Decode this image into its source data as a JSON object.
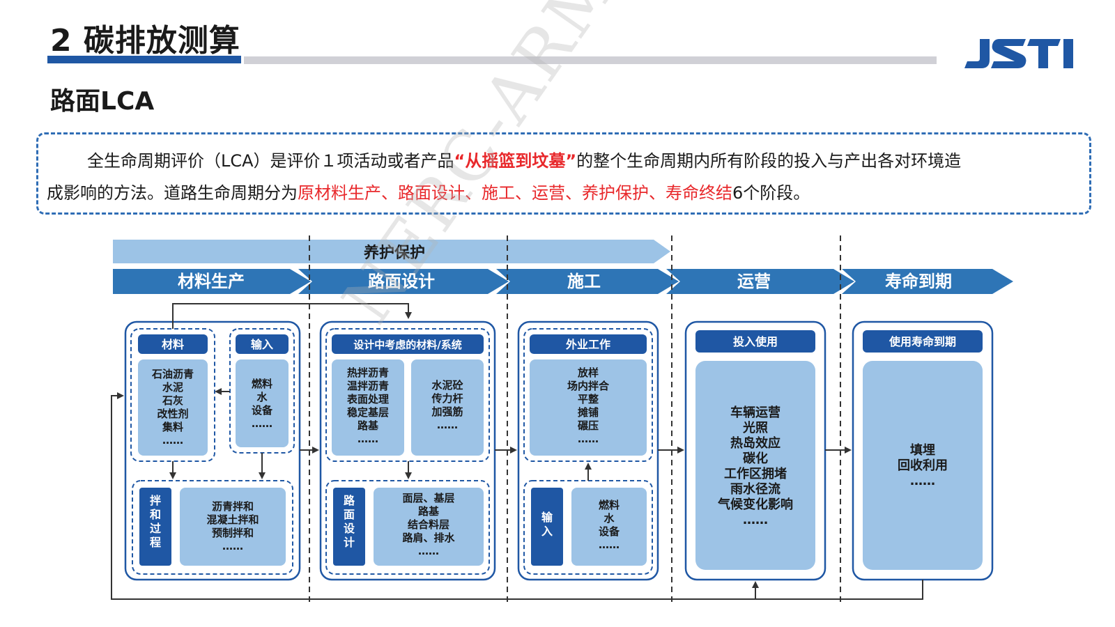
{
  "header": {
    "title": "2 碳排放测算",
    "logo_text": "JSTI",
    "subtitle": "路面LCA"
  },
  "intro": {
    "indent": "    ",
    "p1": "全生命周期评价（LCA）是评价１项活动或者产品",
    "p1_highlight": "“从摇篮到坟墓”",
    "p1_tail": "的整个生命周期内所有阶段的投入与产出各对环境造",
    "p2": "成影响的方法。道路生命周期分为",
    "p2_stages": "原材料生产、路面设计、施工、运营、养护保护、寿命终结",
    "p2_tail": "6个阶段。"
  },
  "diagram": {
    "top_band": "养护保护",
    "stages": [
      "材料生产",
      "路面设计",
      "施工",
      "运营",
      "寿命到期"
    ],
    "materials": {
      "material_header": "材料",
      "material_items": [
        "石油沥青",
        "水泥",
        "石灰",
        "改性剂",
        "集料",
        "……"
      ],
      "input_header": "输入",
      "input_items": [
        "燃料",
        "水",
        "设备",
        "……"
      ],
      "mixing_label": "拌和过程",
      "mixing_items": [
        "沥青拌和",
        "混凝土拌和",
        "预制拌和",
        "……"
      ]
    },
    "design": {
      "header": "设计中考虑的材料/系统",
      "left_items": [
        "热拌沥青",
        "温拌沥青",
        "表面处理",
        "稳定基层",
        "路基",
        "……"
      ],
      "right_items": [
        "水泥砼",
        "传力杆",
        "加强筋",
        "……"
      ],
      "label": "路面设计",
      "bottom_items": [
        "面层、基层",
        "路基",
        "结合料层",
        "路肩、排水",
        "……"
      ]
    },
    "construction": {
      "header": "外业工作",
      "items": [
        "放样",
        "场内拌合",
        "平整",
        "摊铺",
        "碾压",
        "……"
      ],
      "input_label": "输入",
      "input_items": [
        "燃料",
        "水",
        "设备",
        "……"
      ]
    },
    "operation": {
      "header": "投入使用",
      "items": [
        "车辆运营",
        "光照",
        "热岛效应",
        "碳化",
        "工作区拥堵",
        "雨水径流",
        "气候变化影响",
        "……"
      ]
    },
    "end_of_life": {
      "header": "使用寿命到期",
      "items": [
        "填埋",
        "回收利用",
        "……"
      ]
    }
  },
  "watermark": "NERC-ARM",
  "colors": {
    "primary_blue": "#1f57a4",
    "arrow_blue": "#2e75b6",
    "light_band": "#9cc3e6",
    "box_fill": "#9dc3e6",
    "highlight_red": "#e8282b"
  }
}
